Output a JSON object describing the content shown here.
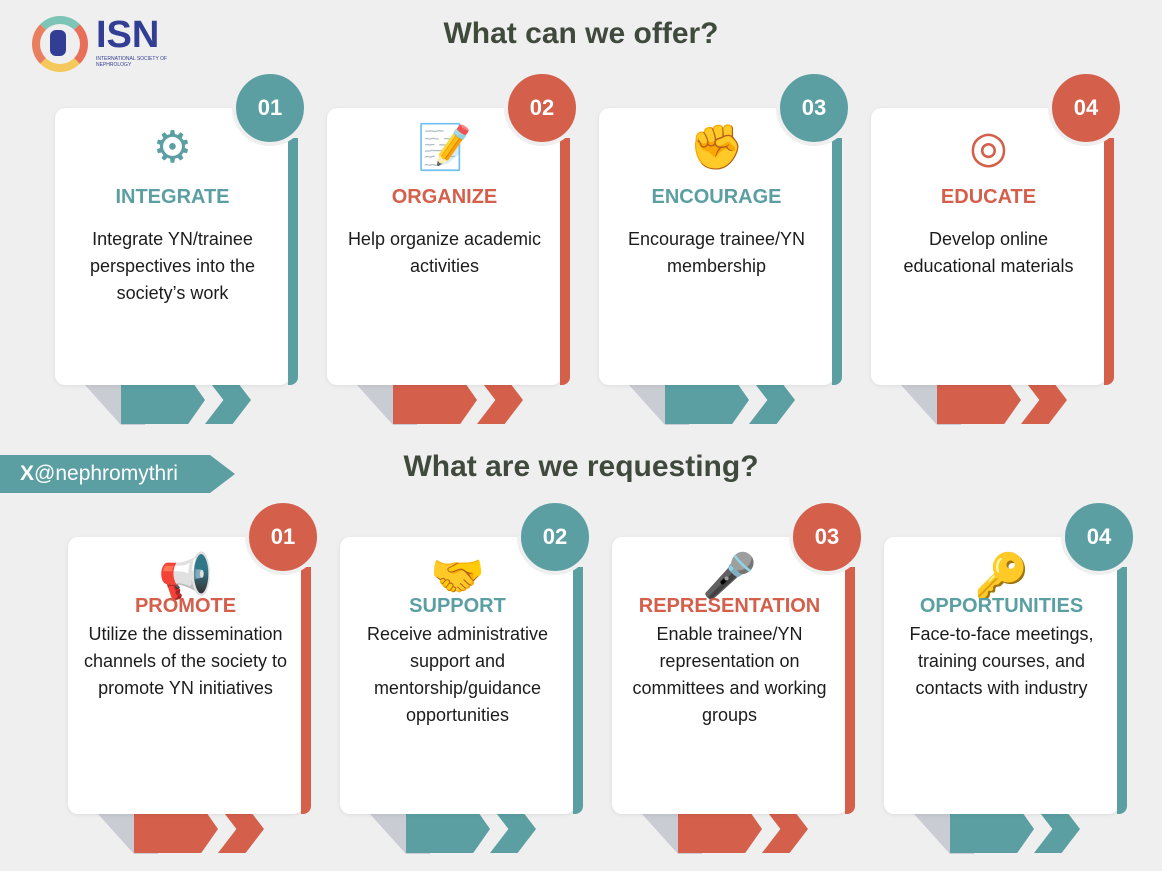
{
  "logo": {
    "name": "ISN",
    "subtitle": "INTERNATIONAL SOCIETY OF NEPHROLOGY"
  },
  "titles": {
    "offer": "What can we offer?",
    "request": "What are we requesting?"
  },
  "handle": {
    "x": "X",
    "name": "@nephromythri"
  },
  "colors": {
    "teal": "#5b9fa3",
    "red": "#d45f4b"
  },
  "offer": [
    {
      "num": "01",
      "color": "teal",
      "icon": "gear-clock-icon",
      "glyph": "⚙",
      "head": "INTEGRATE",
      "desc": "Integrate YN/trainee perspectives into the society’s work"
    },
    {
      "num": "02",
      "color": "red",
      "icon": "notepad-pencil-icon",
      "glyph": "📝",
      "head": "ORGANIZE",
      "desc": "Help organize academic activities"
    },
    {
      "num": "03",
      "color": "teal",
      "icon": "raised-fist-icon",
      "glyph": "✊",
      "head": "ENCOURAGE",
      "desc": "Encourage trainee/YN membership"
    },
    {
      "num": "04",
      "color": "red",
      "icon": "target-arrow-icon",
      "glyph": "◎",
      "head": "EDUCATE",
      "desc": "Develop online educational materials"
    }
  ],
  "request": [
    {
      "num": "01",
      "color": "red",
      "icon": "megaphone-icon",
      "glyph": "📢",
      "head": "PROMOTE",
      "desc": "Utilize the dissemination channels of the society to promote YN initiatives"
    },
    {
      "num": "02",
      "color": "teal",
      "icon": "handshake-icon",
      "glyph": "🤝",
      "head": "SUPPORT",
      "desc": "Receive administrative support and mentorship/guidance opportunities"
    },
    {
      "num": "03",
      "color": "red",
      "icon": "speaker-podium-icon",
      "glyph": "🎤",
      "head": "REPRESENTATION",
      "desc": "Enable trainee/YN representation on committees and working groups"
    },
    {
      "num": "04",
      "color": "teal",
      "icon": "key-hand-icon",
      "glyph": "🔑",
      "head": "OPPORTUNITIES",
      "desc": "Face-to-face meetings, training courses, and contacts with industry"
    }
  ]
}
